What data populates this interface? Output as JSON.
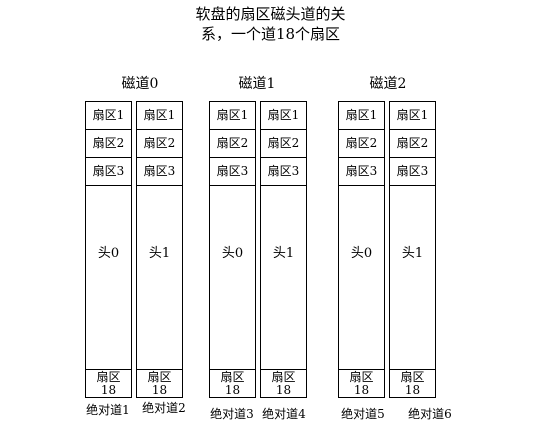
{
  "title": {
    "line1": "软盘的扇区磁头道的关",
    "line2": "系，一个道18个扇区"
  },
  "tracks": [
    {
      "label": "磁道0",
      "heads": [
        {
          "sectors": [
            "扇区1",
            "扇区2",
            "扇区3"
          ],
          "head": "头0",
          "last_line1": "扇区",
          "last_line2": "18",
          "absolute": "绝对道1"
        },
        {
          "sectors": [
            "扇区1",
            "扇区2",
            "扇区3"
          ],
          "head": "头1",
          "last_line1": "扇区",
          "last_line2": "18",
          "absolute": "绝对道2"
        }
      ]
    },
    {
      "label": "磁道1",
      "heads": [
        {
          "sectors": [
            "扇区1",
            "扇区2",
            "扇区3"
          ],
          "head": "头0",
          "last_line1": "扇区",
          "last_line2": "18",
          "absolute": "绝对道3"
        },
        {
          "sectors": [
            "扇区1",
            "扇区2",
            "扇区3"
          ],
          "head": "头1",
          "last_line1": "扇区",
          "last_line2": "18",
          "absolute": "绝对道4"
        }
      ]
    },
    {
      "label": "磁道2",
      "heads": [
        {
          "sectors": [
            "扇区1",
            "扇区2",
            "扇区3"
          ],
          "head": "头0",
          "last_line1": "扇区",
          "last_line2": "18",
          "absolute": "绝对道5"
        },
        {
          "sectors": [
            "扇区1",
            "扇区2",
            "扇区3"
          ],
          "head": "头1",
          "last_line1": "扇区",
          "last_line2": "18",
          "absolute": "绝对道6"
        }
      ]
    }
  ]
}
